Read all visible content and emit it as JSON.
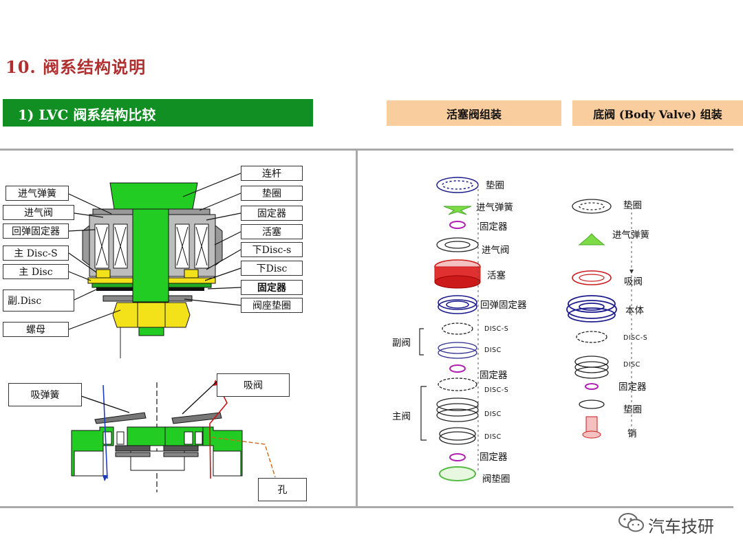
{
  "page": {
    "title": "10. 阀系结构说明",
    "section": "1) LVC 阀系结构比较",
    "tags": {
      "piston": "活塞阀组装",
      "body": "底阀 (Body Valve) 组装"
    }
  },
  "left_diagram": {
    "left_labels": [
      "进气弹簧",
      "进气阀",
      "回弹固定器",
      "主 Disc-S",
      "主 Disc",
      "副.Disc",
      "螺母"
    ],
    "right_labels": [
      "连杆",
      "垫圈",
      "固定器",
      "活塞",
      "下Disc-s",
      "下Disc",
      "固定器",
      "阀座垫圈"
    ],
    "bottom_labels": {
      "spring": "吸弹簧",
      "valve": "吸阀",
      "hole": "孔"
    }
  },
  "piston_assembly": {
    "parts": [
      "垫圈",
      "进气弹簧",
      "固定器",
      "进气阀",
      "活塞",
      "回弹固定器",
      "DISC-S",
      "DISC",
      "固定器",
      "DISC-S",
      "DISC",
      "DISC",
      "固定器",
      "阀垫圈"
    ],
    "groups": {
      "sub": "副阀",
      "main": "主阀"
    }
  },
  "body_assembly": {
    "parts": [
      "垫圈",
      "进气弹簧",
      "吸阀",
      "本体",
      "DISC-S",
      "DISC",
      "固定器",
      "垫圈",
      "销"
    ]
  },
  "watermark": "汽车技研"
}
